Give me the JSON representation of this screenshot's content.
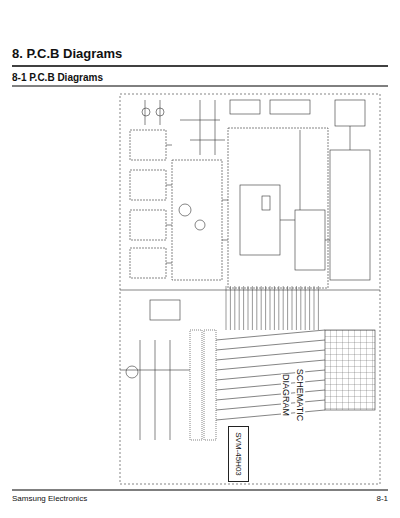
{
  "diagram": {
    "title": "8. P.C.B Diagrams",
    "nodes": [
      {
        "text": [
          "SVM-45H03"
        ]
      }
    ],
    "edges": [],
    "labels": [
      "8-1 P.C.B Diagrams",
      "SCHEMATIC",
      "DIAGRAM",
      "Samsung Electronics",
      "8-1"
    ]
  }
}
